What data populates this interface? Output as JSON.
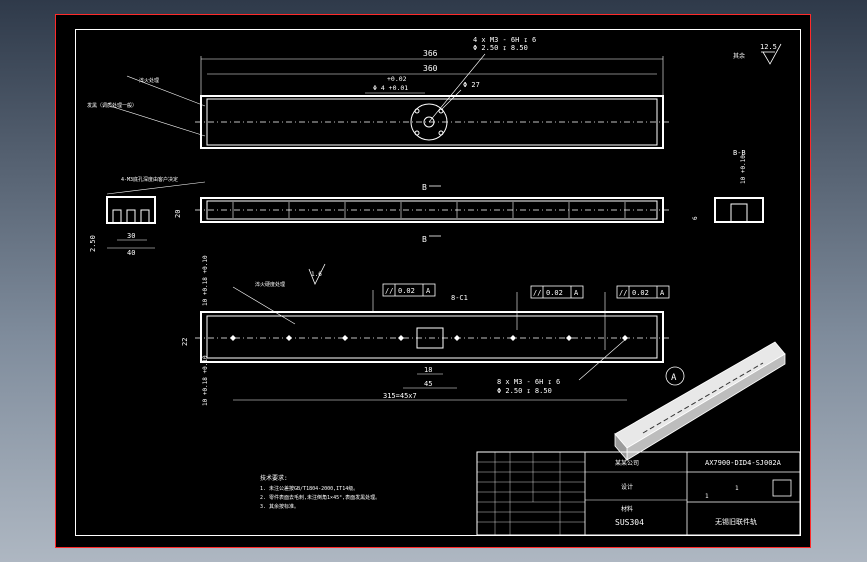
{
  "colors": {
    "border_red": "#ff2a2a",
    "line_white": "#ffffff",
    "background": "#000000",
    "screen": "#8a96a6"
  },
  "top_view": {
    "dim_overall": "366",
    "dim_inner": "360",
    "tol_upper": "+0.02",
    "dia_hole": "Φ 4 +0.01",
    "dia_27": "Φ 27",
    "thread_spec_1": "4 x  M3 - 6H  ↧ 6",
    "thread_spec_2": "Φ 2.50  ↧ 8.50",
    "leader_label_1": "淬火处理",
    "leader_label_2": "发黑（调质处理一般）"
  },
  "roughness": {
    "label": "其余",
    "value": "12.5"
  },
  "end_view": {
    "dim_30": "30",
    "dim_40": "40",
    "dim_250": "2.50",
    "note": "4-M3底孔深度由客户决定"
  },
  "front_view": {
    "section_mark_top": "B",
    "section_mark_bottom": "B",
    "dim_20": "20"
  },
  "section_bb": {
    "title": "B-B",
    "dim_10": "10 +0.10",
    "dim_6": "6"
  },
  "bottom_view": {
    "dim_left_top": "10 +0.18\n+0.10",
    "dim_22": "22",
    "dim_left_bottom": "10 +0.18\n+0.10",
    "roughness_val": "1.6",
    "tol_box_1": "//",
    "tol_val_1": "0.02",
    "tol_ref_1": "A",
    "tol_box_2": "//",
    "tol_val_2": "0.02",
    "tol_ref_2": "A",
    "tol_box_3": "//",
    "tol_val_3": "0.02",
    "tol_ref_3": "A",
    "chamfer": "8-C1",
    "dim_18": "18",
    "dim_45": "45",
    "dim_pitch": "315=45x7",
    "hole_spec_1": "8 x  M3 - 6H  ↧ 6",
    "hole_spec_2": "Φ 2.50  ↧ 8.50",
    "datum": "A",
    "surface_note": "淬火硬度处理"
  },
  "notes": {
    "title": "技术要求:",
    "line1": "1. 未注公差按GB/T1804-2000,IT14级。",
    "line2": "2. 零件表面去毛刺,未注倒角1×45°,表面发黑处理。",
    "line3": "3. 其余按标准。"
  },
  "title_block": {
    "drawing_no": "AX7900-DID4-SJ002A",
    "company": "某某公司",
    "design_label": "设计",
    "material_label": "材料",
    "material": "SUS304",
    "part_name": "无锡旧联件轨",
    "sheet": "1",
    "scale": "1"
  }
}
